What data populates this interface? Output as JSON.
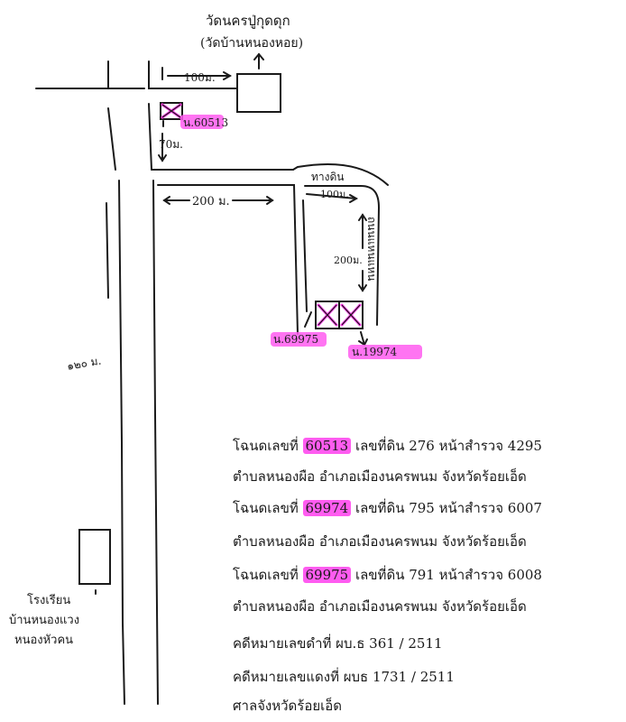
{
  "temple": {
    "line1": "วัดนครปู่กุดดุก",
    "line2": "(วัดบ้านหนองหอย)"
  },
  "distances": {
    "d100_top": "100ม.",
    "d70": "70ม.",
    "d200": "200 ม.",
    "d100_right": "100ม.",
    "d200_vertical": "200ม."
  },
  "roads": {
    "dirt_road": "ทางดิน",
    "right_road": "ถนนแหนแหน",
    "main_road_label": "๑๒๐ ม."
  },
  "parcels": {
    "p1": "น.60513",
    "p2": "น.69975",
    "p3": "น.19974"
  },
  "school": {
    "line1": "โรงเรียน",
    "line2": "บ้านหนองแวง",
    "line3": "หนองหัวคน"
  },
  "notes": {
    "row1": {
      "pre": "โฉนดเลขที่ ",
      "num": "60513",
      "post": " เลขที่ดิน 276 หน้าสำรวจ 4295"
    },
    "row2": "ตำบลหนองผือ อำเภอเมืองนครพนม จังหวัดร้อยเอ็ด",
    "row3": {
      "pre": "โฉนดเลขที่ ",
      "num": "69974",
      "post": " เลขที่ดิน 795 หน้าสำรวจ 6007"
    },
    "row4": "ตำบลหนองผือ อำเภอเมืองนครพนม จังหวัดร้อยเอ็ด",
    "row5": {
      "pre": "โฉนดเลขที่ ",
      "num": "69975",
      "post": " เลขที่ดิน 791 หน้าสำรวจ 6008"
    },
    "row6": "ตำบลหนองผือ อำเภอเมืองนครพนม จังหวัดร้อยเอ็ด",
    "row7": "คดีหมายเลขดำที่ ผบ.ธ 361 / 2511",
    "row8": "คดีหมายเลขแดงที่ ผบธ 1731 / 2511",
    "row9": "ศาลจังหวัดร้อยเอ็ด"
  },
  "colors": {
    "highlight": "#ff5cf0",
    "ink": "#1a1a1a"
  }
}
